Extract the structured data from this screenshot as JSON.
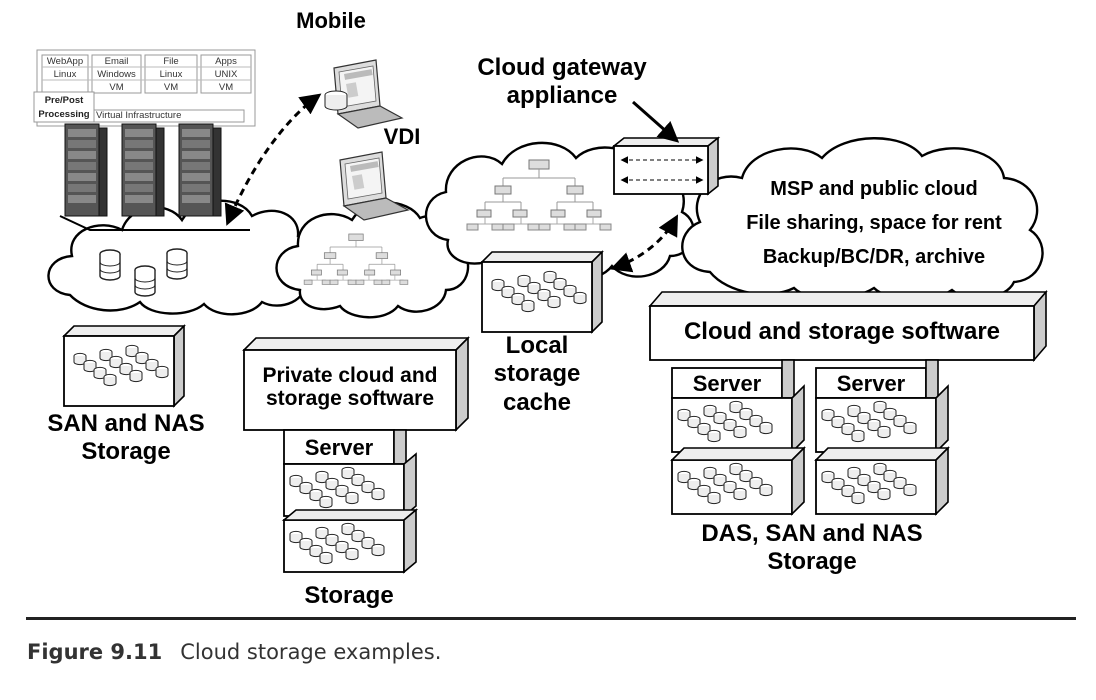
{
  "labels": {
    "mobile": "Mobile",
    "vdi": "VDI",
    "cloud_gateway": "Cloud gateway\nappliance",
    "san_nas": "SAN and NAS\nStorage",
    "local_cache": "Local\nstorage\ncache",
    "storage": "Storage",
    "das_san_nas": "DAS, SAN and NAS\nStorage"
  },
  "boxes": {
    "private_cloud": "Private cloud and\nstorage software",
    "cloud_storage_software": "Cloud and storage software",
    "server": "Server"
  },
  "public_cloud": {
    "lines": [
      "MSP and public cloud",
      "File sharing, space for rent",
      "Backup/BC/DR, archive"
    ]
  },
  "virtual_infra": {
    "row1": [
      "WebApp",
      "Email",
      "File",
      "Apps"
    ],
    "row2": [
      "Linux",
      "Windows",
      "Linux",
      "UNIX"
    ],
    "row3": [
      "Pre/Post",
      "VM",
      "VM",
      "VM"
    ],
    "processing": "Processing",
    "footer": "Virtual Infrastructure"
  },
  "caption": {
    "number": "Figure 9.11",
    "text": "Cloud storage examples."
  }
}
